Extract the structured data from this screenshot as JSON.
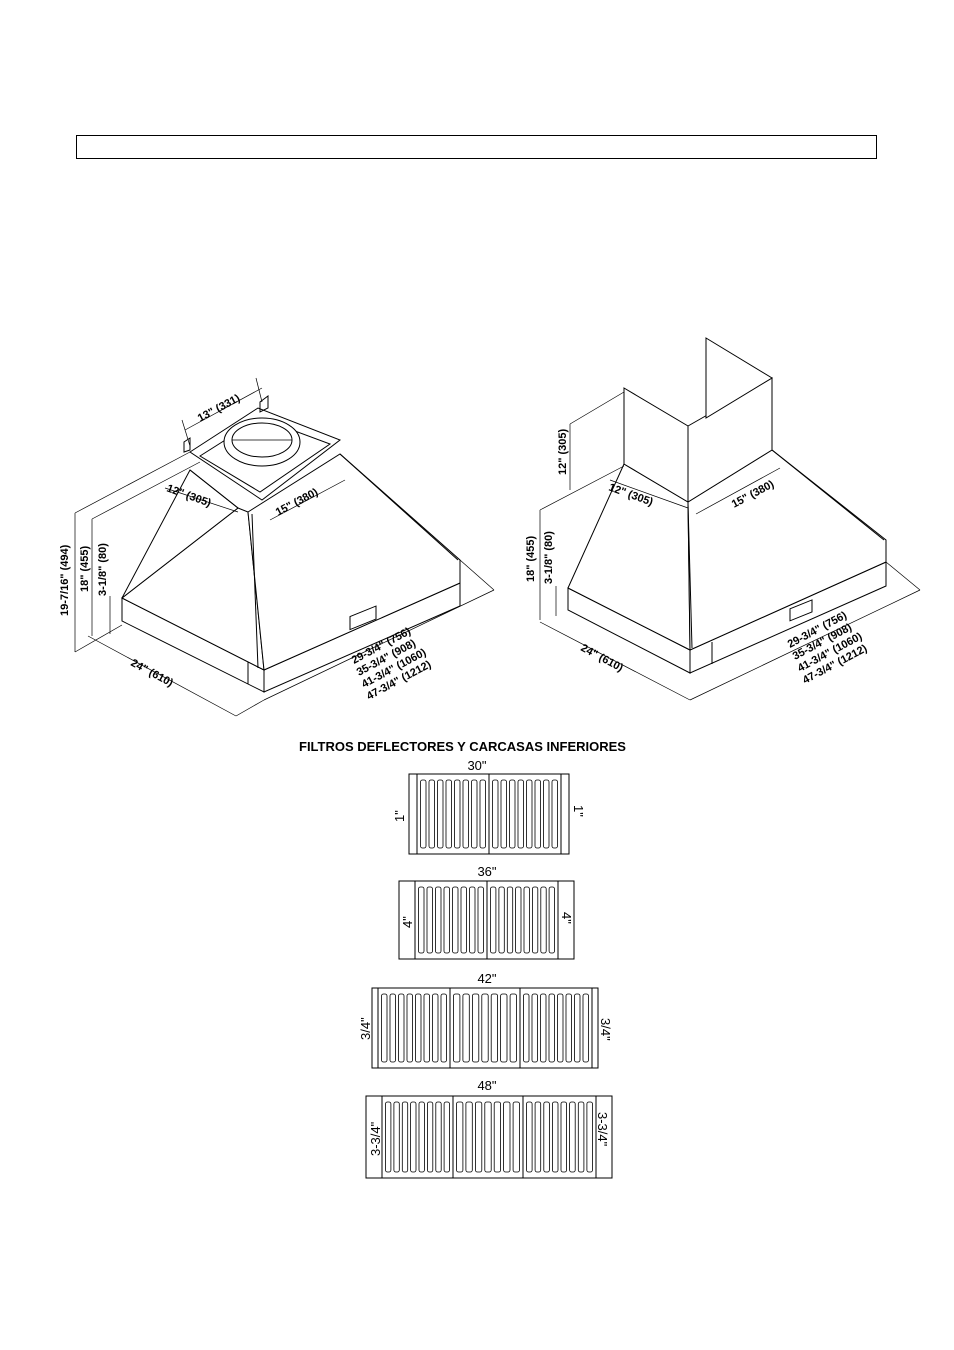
{
  "left_hood": {
    "dims": {
      "top_width": "13\" (331)",
      "neck_depth": "12\" (305)",
      "neck_width": "15\" (380)",
      "total_height": "19-7/16\" (494)",
      "body_height": "18\" (455)",
      "trim_height": "3-1/8\" (80)",
      "depth": "24\" (610)",
      "width_30": "29-3/4\" (756)",
      "width_36": "35-3/4\" (908)",
      "width_42": "41-3/4\" (1060)",
      "width_48": "47-3/4\" (1212)"
    }
  },
  "right_hood": {
    "dims": {
      "chimney_height": "12\" (305)",
      "neck_depth": "12\" (305)",
      "neck_width": "15\" (380)",
      "body_height": "18\" (455)",
      "trim_height": "3-1/8\" (80)",
      "depth": "24\" (610)",
      "width_30": "29-3/4\" (756)",
      "width_36": "35-3/4\" (908)",
      "width_42": "41-3/4\" (1060)",
      "width_48": "47-3/4\" (1212)"
    }
  },
  "filters": {
    "title": "FILTROS DEFLECTORES Y CARCASAS INFERIORES",
    "items": [
      {
        "width": "30\"",
        "side": "1\"",
        "panels": 2
      },
      {
        "width": "36\"",
        "side": "4\"",
        "panels": 2
      },
      {
        "width": "42\"",
        "side": "3/4\"",
        "panels": 3
      },
      {
        "width": "48\"",
        "side": "3-3/4\"",
        "panels": 3
      }
    ]
  }
}
